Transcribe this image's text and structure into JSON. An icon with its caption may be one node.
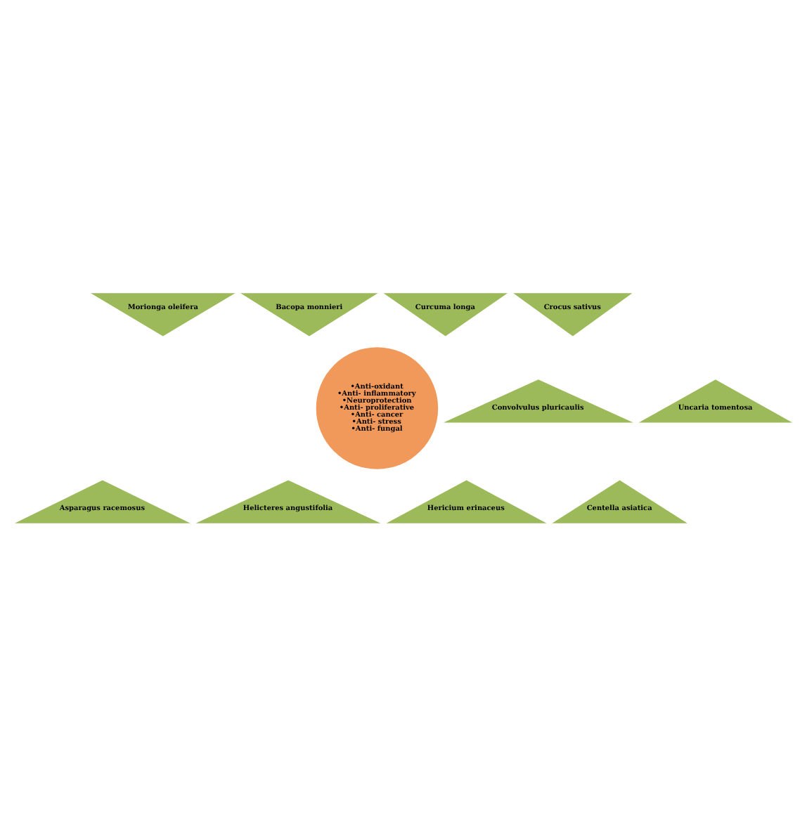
{
  "diagram": {
    "nodes": [
      {
        "text": [
          "•Anti-oxidant",
          "•Anti- inflammatory",
          "•Neuroprotection",
          "•Anti- proliferative",
          "•Anti- cancer",
          "•Anti- stress",
          "•Anti- fungal"
        ]
      },
      {
        "text": [
          "Bacopa monnieri"
        ]
      },
      {
        "text": [
          "Curcuma longa"
        ]
      },
      {
        "text": [
          "Crocus sativus"
        ]
      },
      {
        "text": [
          "Uncaria tomentosa"
        ]
      },
      {
        "text": [
          "Centella asiatica"
        ]
      },
      {
        "text": [
          "Hericium erinaceus"
        ]
      },
      {
        "text": [
          "Helicteres angustifolia"
        ]
      },
      {
        "text": [
          "Asparagus racemosus"
        ]
      },
      {
        "text": [
          "Convolvulus pluricaulis"
        ]
      },
      {
        "text": [
          "Morionga oleifera"
        ]
      }
    ]
  }
}
